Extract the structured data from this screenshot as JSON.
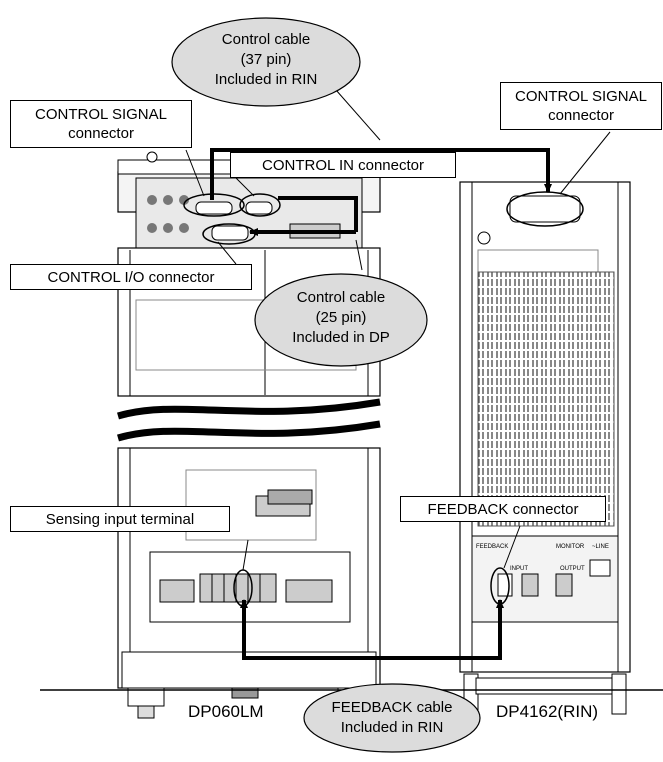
{
  "callouts": {
    "control_cable_37": [
      "Control cable",
      "(37 pin)",
      "Included in RIN"
    ],
    "control_cable_25": [
      "Control cable",
      "(25 pin)",
      "Included in DP"
    ],
    "feedback_cable": [
      "FEEDBACK cable",
      "Included in RIN"
    ]
  },
  "labels": {
    "control_signal_left": [
      "CONTROL SIGNAL",
      "connector"
    ],
    "control_signal_right": [
      "CONTROL SIGNAL",
      "connector"
    ],
    "control_in": "CONTROL IN connector",
    "control_io": "CONTROL I/O connector",
    "sensing_input": "Sensing input terminal",
    "feedback_connector": "FEEDBACK connector"
  },
  "units": {
    "left": "DP060LM",
    "right": "DP4162(RIN)"
  },
  "panel_text": {
    "monitor": "MONITOR",
    "line": "~LINE",
    "input": "INPUT",
    "output": "OUTPUT",
    "feedback": "FEEDBACK"
  },
  "colors": {
    "line": "#000000",
    "cabinet": "#ffffff",
    "panel": "#e9e9e9",
    "oval": "#dcdcdc"
  }
}
